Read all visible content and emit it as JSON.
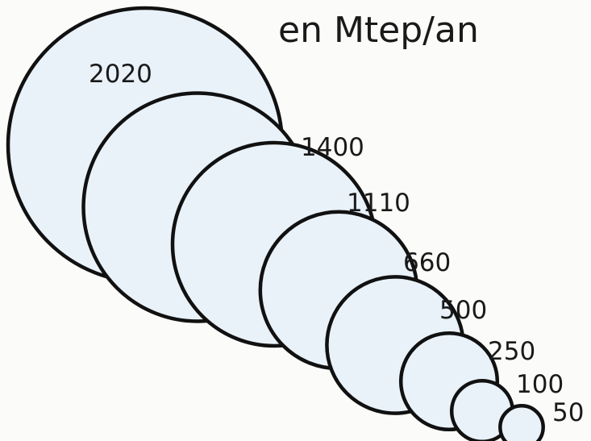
{
  "chart_data": {
    "type": "bubble",
    "unit": "en Mtep/an",
    "categories": [
      "2020",
      "1400",
      "1110",
      "660",
      "500",
      "250",
      "100",
      "50"
    ],
    "values": [
      2020,
      1400,
      1110,
      660,
      500,
      250,
      100,
      50
    ],
    "legend": "none",
    "grid": false
  },
  "colors": {
    "bubble_fill": "#e9f2f9",
    "bubble_stroke": "#111111",
    "text": "#1a1a1a",
    "background": "#fbfbfa"
  }
}
